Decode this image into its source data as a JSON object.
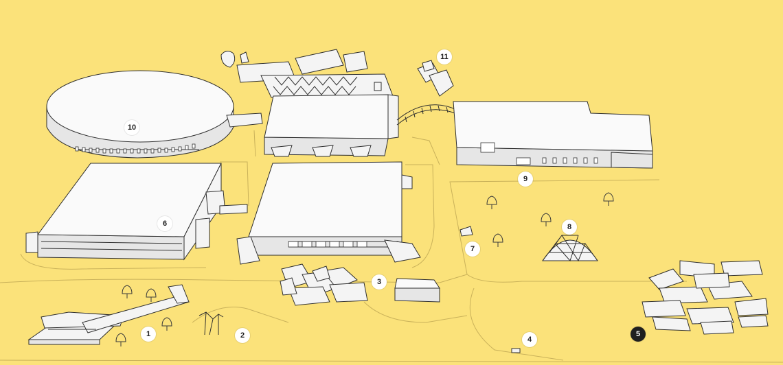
{
  "colors": {
    "background": "#fbe27a",
    "marker": "#ffffff",
    "marker_dark": "#1f1f1f",
    "building": "#f4f4f4",
    "outline": "#2e2e2e"
  },
  "markers": [
    {
      "label": "1",
      "style": "light"
    },
    {
      "label": "2",
      "style": "light"
    },
    {
      "label": "3",
      "style": "light"
    },
    {
      "label": "4",
      "style": "light"
    },
    {
      "label": "5",
      "style": "dark"
    },
    {
      "label": "6",
      "style": "light"
    },
    {
      "label": "7",
      "style": "light"
    },
    {
      "label": "8",
      "style": "light"
    },
    {
      "label": "9",
      "style": "light"
    },
    {
      "label": "10",
      "style": "light"
    },
    {
      "label": "11",
      "style": "light"
    }
  ]
}
